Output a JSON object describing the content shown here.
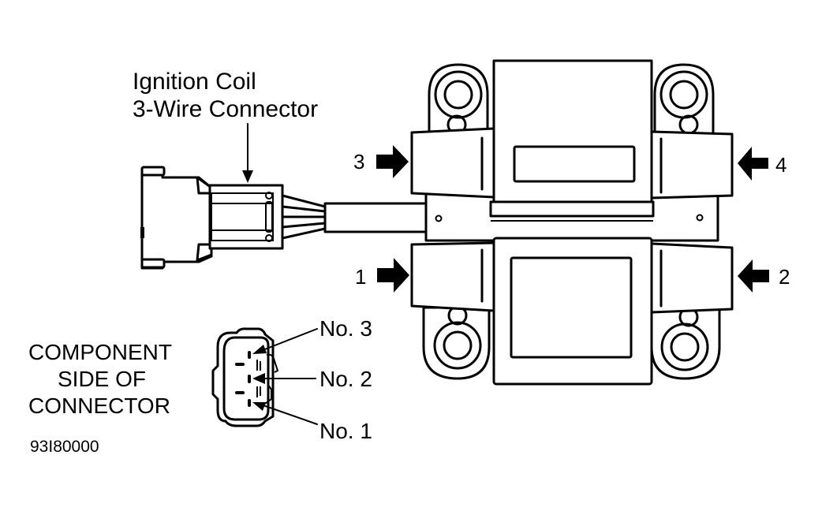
{
  "diagram": {
    "title_line1": "Ignition Coil",
    "title_line2": "3-Wire Connector",
    "component_side_line1": "COMPONENT",
    "component_side_line2": "SIDE OF",
    "component_side_line3": "CONNECTOR",
    "figure_id": "93I80000",
    "pin_labels": {
      "pin3": "No. 3",
      "pin2": "No. 2",
      "pin1": "No. 1"
    },
    "terminal_labels": {
      "t3": "3",
      "t4": "4",
      "t1": "1",
      "t2": "2"
    },
    "colors": {
      "line": "#000000",
      "background": "#ffffff"
    }
  }
}
